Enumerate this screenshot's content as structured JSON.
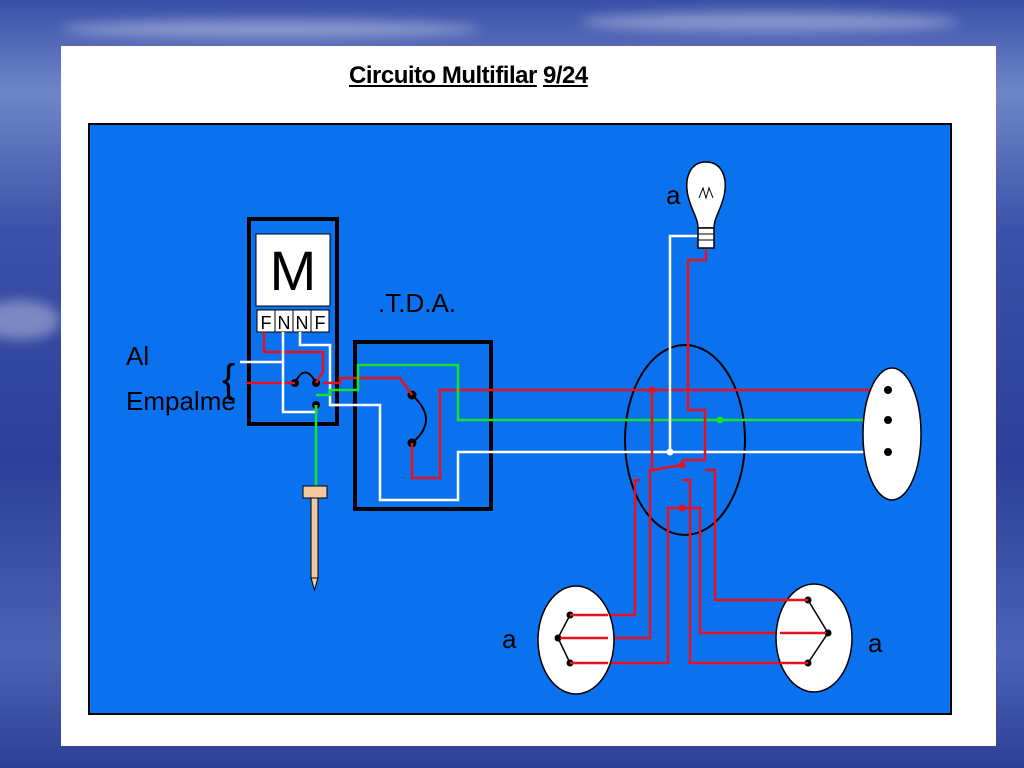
{
  "title": {
    "main": "Circuito Multifilar",
    "page": "9/24"
  },
  "meter": {
    "symbol": "M",
    "terminals": [
      "F",
      "N",
      "N",
      "F"
    ]
  },
  "supply_label": {
    "line1": "Al",
    "line2": "Empalme",
    "brace": "{"
  },
  "panel_label": ".T.D.A.",
  "lamp_label": "a",
  "switch_left_label": "a",
  "switch_right_label": "a",
  "colors": {
    "panel_blue": "#0a72ef",
    "phase": "#e8101e",
    "neutral": "#ffffff",
    "ground": "#19e02a",
    "outline": "#000000"
  },
  "icons": [
    "light-bulb-icon",
    "ground-rod-icon",
    "socket-icon",
    "switch-icon",
    "junction-box-icon"
  ]
}
